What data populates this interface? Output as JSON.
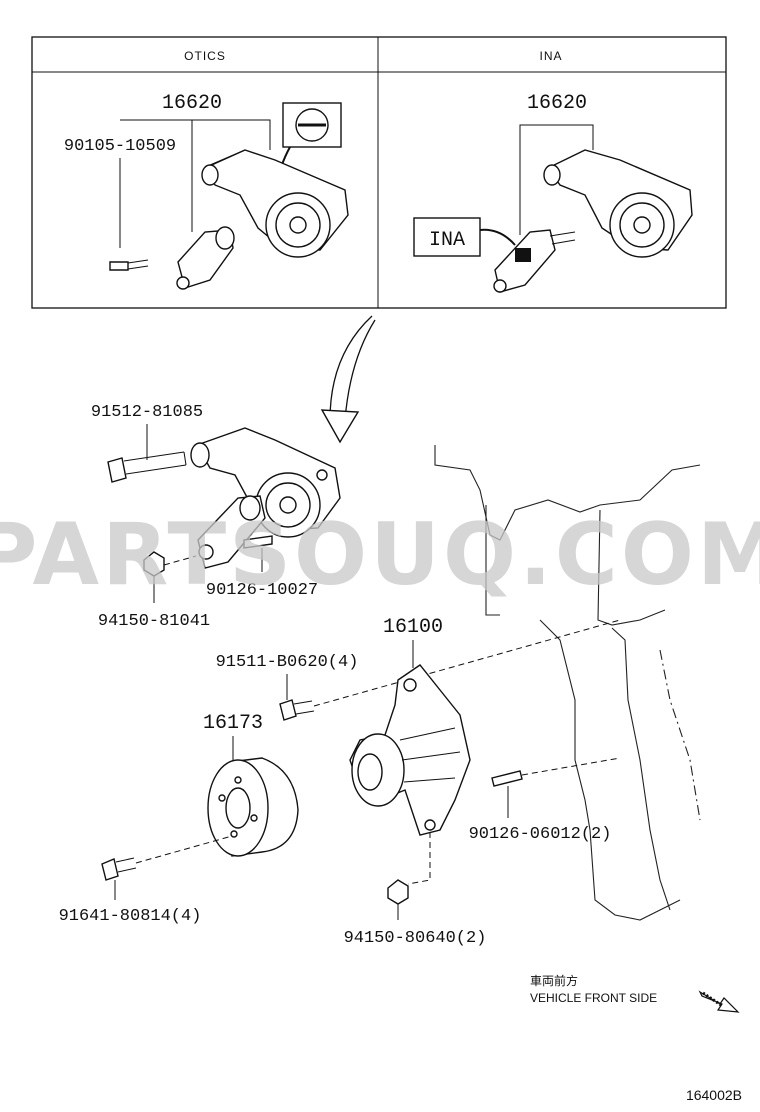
{
  "header": {
    "col_left": "OTICS",
    "col_right": "INA"
  },
  "otics": {
    "assembly_number": "16620",
    "bolt_number": "90105-10509"
  },
  "ina": {
    "assembly_number": "16620",
    "tag_label": "INA"
  },
  "parts": {
    "bolt_tensioner": "91512-81085",
    "stud_tensioner": "90126-10027",
    "nut_tensioner": "94150-81041",
    "water_pump": "16100",
    "pump_bolt": "91511-B0620(4)",
    "pulley": "16173",
    "pump_stud": "90126-06012(2)",
    "pulley_bolt": "91641-80814(4)",
    "pump_nut": "94150-80640(2)"
  },
  "direction": {
    "japanese": "車両前方",
    "english": "VEHICLE FRONT SIDE"
  },
  "watermark": "PARTSOUQ.COM",
  "diagram_code": "164002B"
}
